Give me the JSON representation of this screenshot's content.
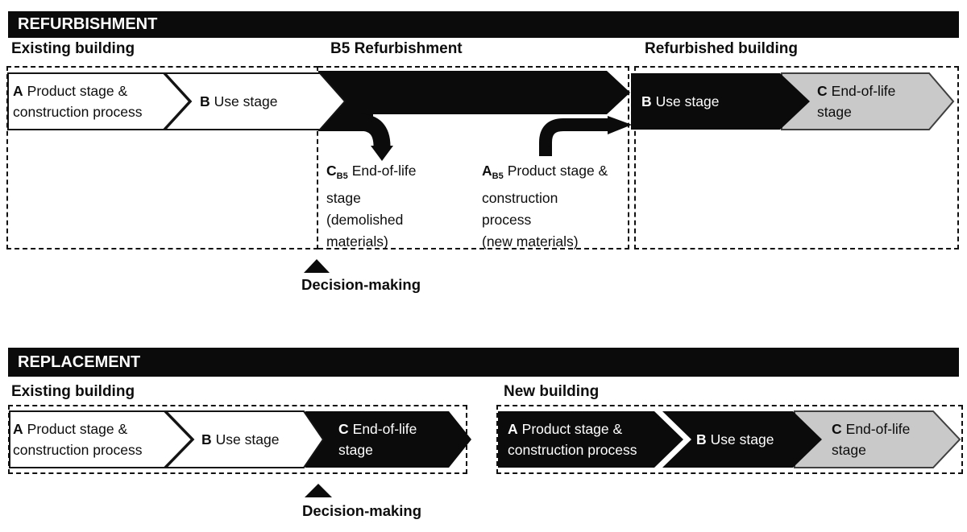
{
  "colors": {
    "black": "#0b0b0b",
    "gray_fill": "#c9c9c9",
    "gray_stroke": "#3f3f3f",
    "white": "#ffffff"
  },
  "refurbishment": {
    "header": "REFURBISHMENT",
    "labels": {
      "existing": "Existing building",
      "b5": "B5 Refurbishment",
      "refurbished": "Refurbished building"
    },
    "arrows": {
      "existing_a": {
        "letter": "A",
        "text": "Product stage & construction process"
      },
      "existing_b": {
        "letter": "B",
        "text": "Use stage"
      },
      "refurbished_b": {
        "letter": "B",
        "text": "Use stage"
      },
      "refurbished_c": {
        "letter": "C",
        "text": "End-of-life stage"
      }
    },
    "annotations": {
      "demolished": {
        "letter": "C",
        "sub": "B5",
        "line1": "End-of-life",
        "lines": [
          "stage",
          "(demolished",
          "materials)"
        ]
      },
      "new_materials": {
        "letter": "A",
        "sub": "B5",
        "line1": "Product stage &",
        "lines": [
          "construction",
          "process",
          "(new materials)"
        ]
      }
    },
    "decision_label": "Decision-making"
  },
  "replacement": {
    "header": "REPLACEMENT",
    "labels": {
      "existing": "Existing building",
      "new": "New building"
    },
    "arrows": {
      "existing_a": {
        "letter": "A",
        "text": "Product stage & construction process"
      },
      "existing_b": {
        "letter": "B",
        "text": "Use stage"
      },
      "existing_c": {
        "letter": "C",
        "text": "End-of-life stage"
      },
      "new_a": {
        "letter": "A",
        "text": "Product stage & construction process"
      },
      "new_b": {
        "letter": "B",
        "text": "Use stage"
      },
      "new_c": {
        "letter": "C",
        "text": "End-of-life stage"
      }
    },
    "decision_label": "Decision-making"
  }
}
